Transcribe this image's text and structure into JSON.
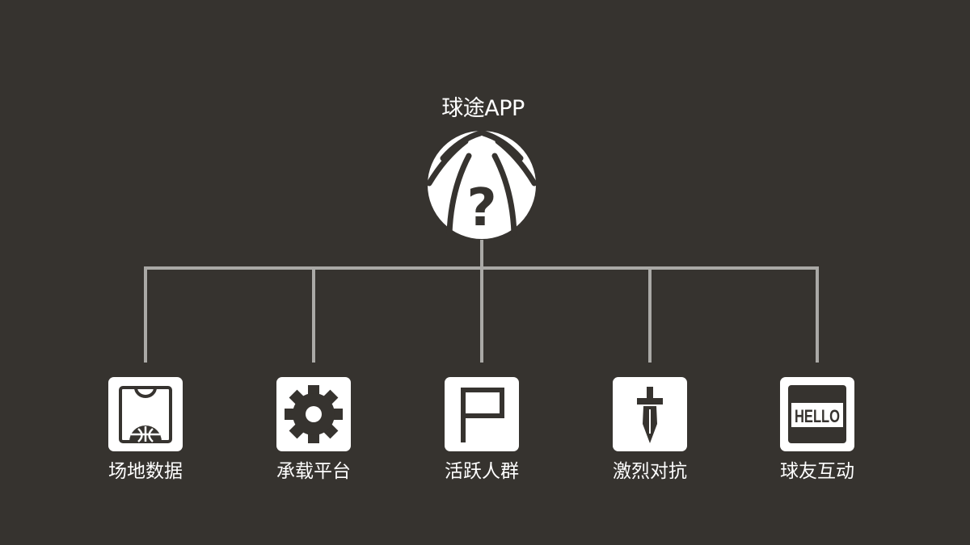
{
  "root": {
    "title": "球途APP",
    "icon": "basketball-question-icon"
  },
  "colors": {
    "background": "#36332f",
    "line": "#aaa9a6",
    "icon_tile": "#ffffff",
    "icon_glyph": "#36332f",
    "text": "#ffffff"
  },
  "children": [
    {
      "label": "场地数据",
      "icon": "court-icon"
    },
    {
      "label": "承载平台",
      "icon": "gear-icon"
    },
    {
      "label": "活跃人群",
      "icon": "flag-icon"
    },
    {
      "label": "激烈对抗",
      "icon": "sword-icon"
    },
    {
      "label": "球友互动",
      "icon": "hello-icon",
      "icon_text": "HELLO"
    }
  ]
}
